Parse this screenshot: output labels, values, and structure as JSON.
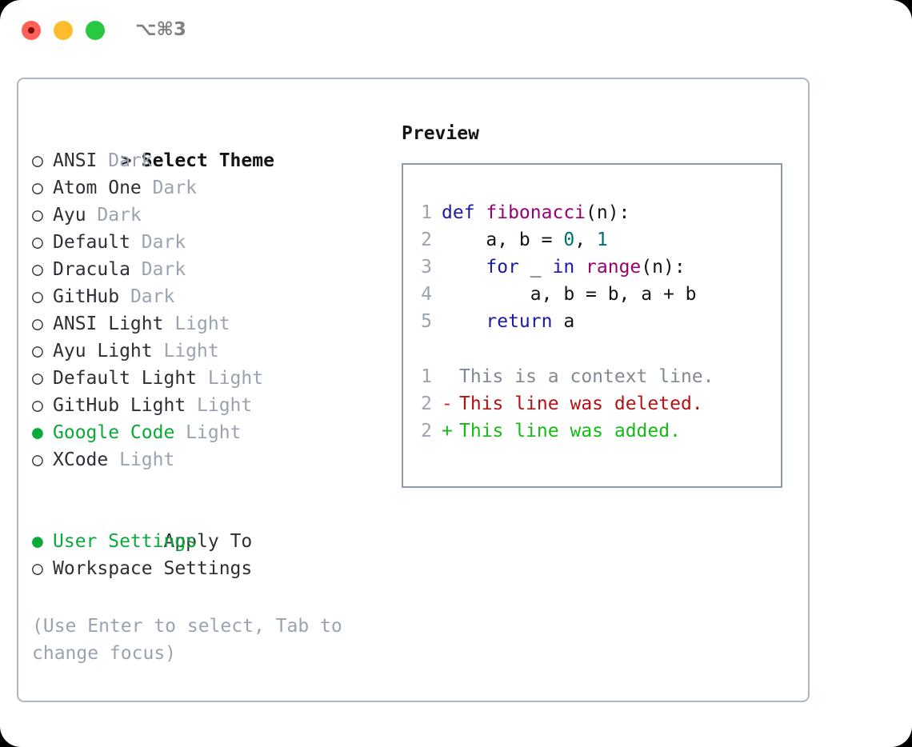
{
  "window": {
    "shortcut_label": "⌥⌘3",
    "traffic_lights": [
      "close",
      "minimize",
      "zoom"
    ]
  },
  "colors": {
    "selected_green": "#09a93a",
    "muted_gray": "#9aa3b0",
    "panel_border": "#aeb6c2",
    "keyword_blue": "#1a1aa6",
    "function_purple": "#990073",
    "number_teal": "#007070",
    "diff_delete_red": "#b31212",
    "diff_add_green": "#14bb14"
  },
  "theme_list": {
    "header_marker": ">",
    "header_label": "Select Theme",
    "bullet_unselected": "○",
    "bullet_selected": "●",
    "items": [
      {
        "marker": "○",
        "label": "ANSI",
        "variant": "Dark",
        "selected": false
      },
      {
        "marker": "○",
        "label": "Atom One",
        "variant": "Dark",
        "selected": false
      },
      {
        "marker": "○",
        "label": "Ayu",
        "variant": "Dark",
        "selected": false
      },
      {
        "marker": "○",
        "label": "Default",
        "variant": "Dark",
        "selected": false
      },
      {
        "marker": "○",
        "label": "Dracula",
        "variant": "Dark",
        "selected": false
      },
      {
        "marker": "○",
        "label": "GitHub",
        "variant": "Dark",
        "selected": false
      },
      {
        "marker": "○",
        "label": "ANSI Light",
        "variant": "Light",
        "selected": false
      },
      {
        "marker": "○",
        "label": "Ayu Light",
        "variant": "Light",
        "selected": false
      },
      {
        "marker": "○",
        "label": "Default Light",
        "variant": "Light",
        "selected": false
      },
      {
        "marker": "○",
        "label": "GitHub Light",
        "variant": "Light",
        "selected": false
      },
      {
        "marker": "●",
        "label": "Google Code",
        "variant": "Light",
        "selected": true
      },
      {
        "marker": "○",
        "label": "XCode",
        "variant": "Light",
        "selected": false
      }
    ]
  },
  "apply_to": {
    "header_marker": " ",
    "header_label": "Apply To",
    "items": [
      {
        "marker": "●",
        "label": "User Settings",
        "selected": true
      },
      {
        "marker": "○",
        "label": "Workspace Settings",
        "selected": false
      }
    ]
  },
  "hint": "(Use Enter to select, Tab to change focus)",
  "preview": {
    "title": "Preview",
    "code_lines": [
      {
        "number": "1",
        "tokens": [
          {
            "t": "def ",
            "k": "kw"
          },
          {
            "t": "fibonacci",
            "k": "fn"
          },
          {
            "t": "(n):",
            "k": "pl"
          }
        ]
      },
      {
        "number": "2",
        "tokens": [
          {
            "t": "    a, b = ",
            "k": "pl"
          },
          {
            "t": "0",
            "k": "num"
          },
          {
            "t": ", ",
            "k": "pl"
          },
          {
            "t": "1",
            "k": "num"
          }
        ]
      },
      {
        "number": "3",
        "tokens": [
          {
            "t": "    ",
            "k": "pl"
          },
          {
            "t": "for",
            "k": "kw"
          },
          {
            "t": " _ ",
            "k": "pl"
          },
          {
            "t": "in",
            "k": "kw"
          },
          {
            "t": " ",
            "k": "pl"
          },
          {
            "t": "range",
            "k": "fn"
          },
          {
            "t": "(n):",
            "k": "pl"
          }
        ]
      },
      {
        "number": "4",
        "tokens": [
          {
            "t": "        a, b = b, a + b",
            "k": "pl"
          }
        ]
      },
      {
        "number": "5",
        "tokens": [
          {
            "t": "    ",
            "k": "pl"
          },
          {
            "t": "return",
            "k": "kw"
          },
          {
            "t": " a",
            "k": "pl"
          }
        ]
      }
    ],
    "diff_lines": [
      {
        "number": "1",
        "sign": " ",
        "text": "This is a context line.",
        "kind": "ctx"
      },
      {
        "number": "2",
        "sign": "-",
        "text": "This line was deleted.",
        "kind": "del"
      },
      {
        "number": "2",
        "sign": "+",
        "text": "This line was added.",
        "kind": "add"
      }
    ]
  }
}
